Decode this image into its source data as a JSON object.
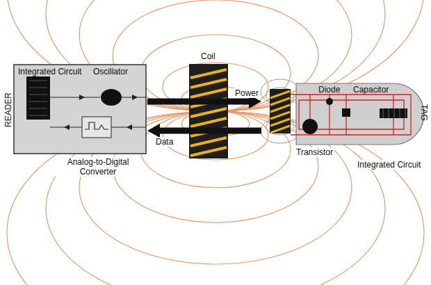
{
  "diagram": {
    "nodes": [
      {
        "text": [
          "READER"
        ]
      },
      {
        "text": [
          "TAG"
        ]
      }
    ],
    "edges": [
      {
        "from": 0,
        "to": 1,
        "arrow": "to",
        "label": "Power"
      },
      {
        "from": 1,
        "to": 0,
        "arrow": "to",
        "label": "Data"
      }
    ],
    "labels": [
      "Integrated Circuit",
      "Oscillator",
      "Analog-to-Digital Converter",
      "Coil",
      "Diode",
      "Capacitor",
      "Transistor",
      "Integrated Circuit"
    ]
  }
}
